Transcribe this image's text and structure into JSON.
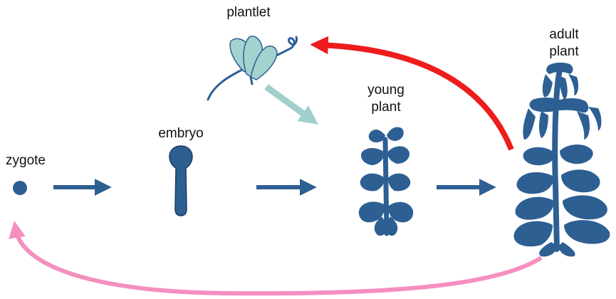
{
  "labels": {
    "zygote": "zygote",
    "embryo": "embryo",
    "plantlet": "plantlet",
    "young_plant_1": "young",
    "young_plant_2": "plant",
    "adult_plant_1": "adult",
    "adult_plant_2": "plant"
  },
  "colors": {
    "plant": "#2e5f93",
    "plantlet": "#a3d2cf",
    "step_arrow": "#2e5f93",
    "plantlet_to_young_arrow": "#9fd0cc",
    "adult_to_plantlet_arrow": "#ee1c1c",
    "adult_to_zygote_arrow": "#f48fc0"
  }
}
